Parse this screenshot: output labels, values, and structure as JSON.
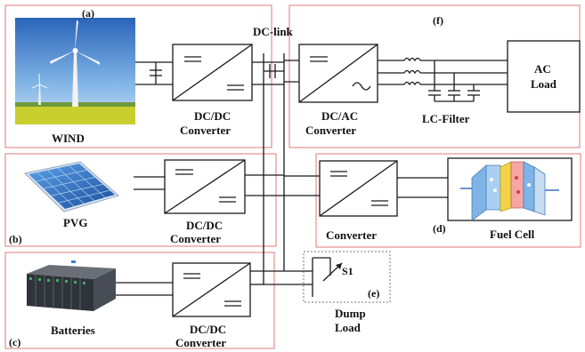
{
  "labels": {
    "a": "(a)",
    "b": "(b)",
    "c": "(c)",
    "d": "(d)",
    "e": "(e)",
    "f": "(f)",
    "dc_link": "DC-link",
    "wind": "WIND",
    "pvg": "PVG",
    "batteries": "Batteries",
    "fuel_cell": "Fuel Cell",
    "lc_filter": "LC-Filter",
    "switch": "S1"
  },
  "converters": {
    "wind_dcdc": [
      "DC/DC",
      "Converter"
    ],
    "pv_dcdc": [
      "DC/DC",
      "Converter"
    ],
    "bat_dcdc": [
      "DC/DC",
      "Converter"
    ],
    "dcac": [
      "DC/AC",
      "Converter"
    ],
    "fc": "Converter"
  },
  "ac_load": [
    "AC",
    "Load"
  ],
  "dump_load": [
    "Dump",
    "Load"
  ],
  "colors": {
    "region_border": "#e07a7a",
    "dump_border": "#777777",
    "wire": "#1a1a1a"
  }
}
